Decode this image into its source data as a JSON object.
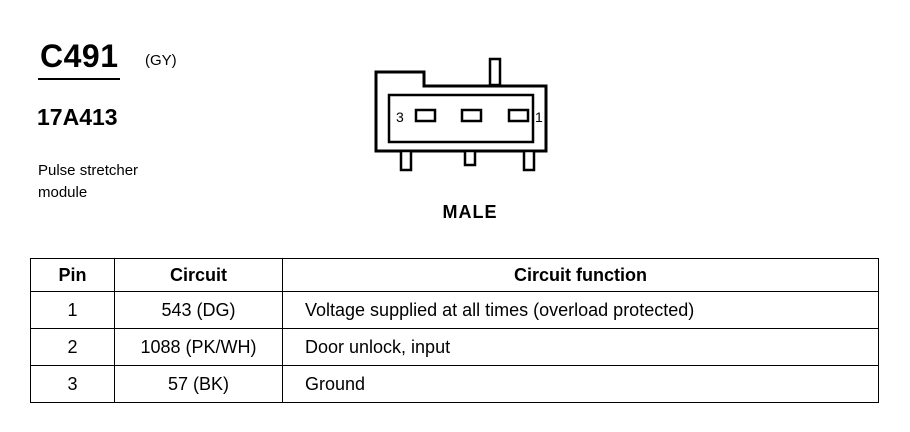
{
  "connector": {
    "id": "C491",
    "color_code": "(GY)",
    "part_number": "17A413",
    "description_line1": "Pulse stretcher",
    "description_line2": "module",
    "gender": "MALE",
    "pin_label_left": "3",
    "pin_label_right": "1"
  },
  "table": {
    "headers": {
      "pin": "Pin",
      "circuit": "Circuit",
      "function": "Circuit function"
    },
    "rows": [
      {
        "pin": "1",
        "circuit": "543 (DG)",
        "function": "Voltage supplied at all times (overload protected)"
      },
      {
        "pin": "2",
        "circuit": "1088 (PK/WH)",
        "function": "Door unlock, input"
      },
      {
        "pin": "3",
        "circuit": "57 (BK)",
        "function": "Ground"
      }
    ]
  }
}
